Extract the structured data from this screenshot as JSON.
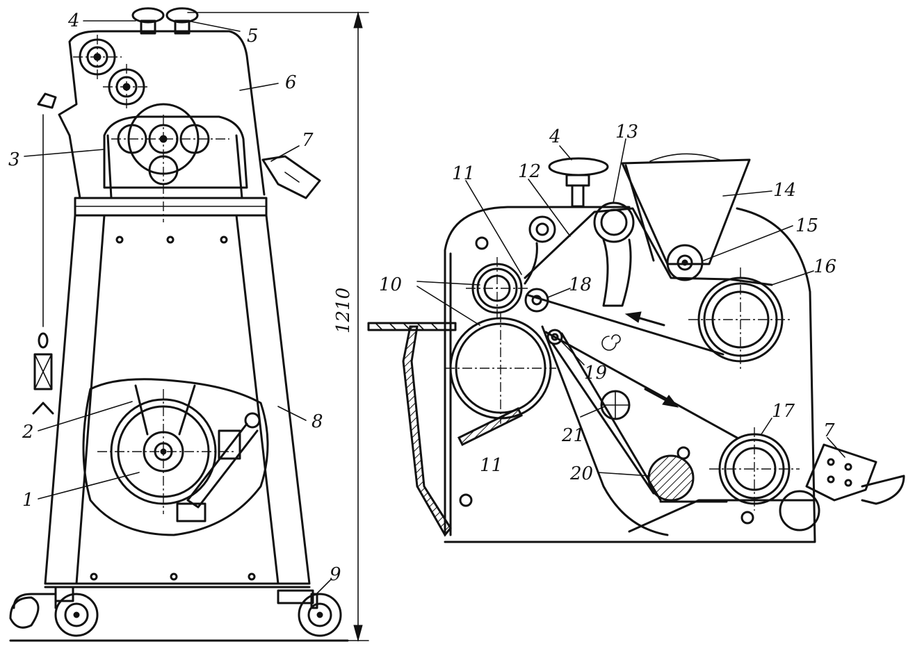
{
  "labels_left": {
    "l1": "1",
    "l2": "2",
    "l3": "3",
    "l4": "4",
    "l5": "5",
    "l6": "6",
    "l7": "7",
    "l8": "8",
    "l9": "9"
  },
  "labels_right": {
    "r4": "4",
    "r7": "7",
    "r10": "10",
    "r11a": "11",
    "r11b": "11",
    "r12": "12",
    "r13": "13",
    "r14": "14",
    "r15": "15",
    "r16": "16",
    "r17": "17",
    "r18": "18",
    "r19": "19",
    "r20": "20",
    "r21": "21"
  },
  "dimension": {
    "height": "1210"
  }
}
